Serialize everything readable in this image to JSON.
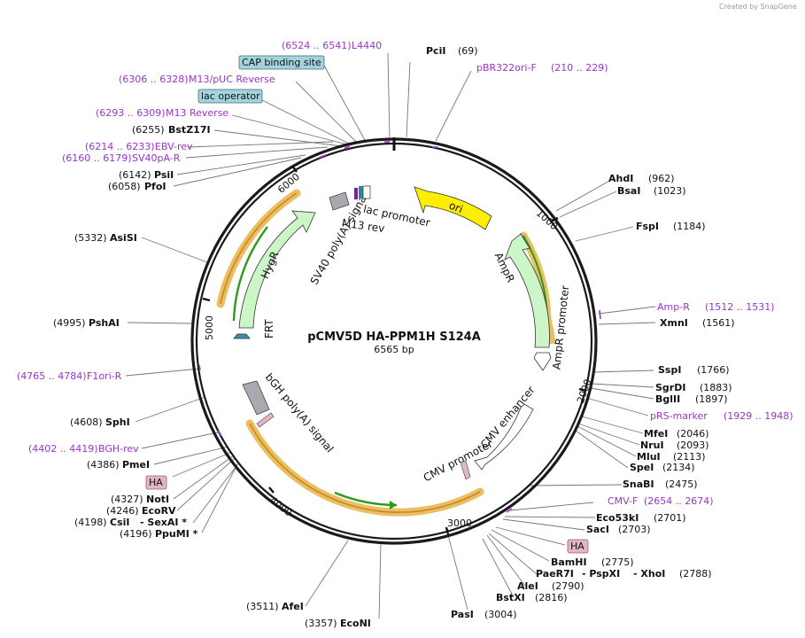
{
  "credit": "Created by SnapGene",
  "title": "pCMV5D HA-PPM1H S124A",
  "length": "6565 bp",
  "ticks": [
    "1000",
    "2000",
    "3000",
    "4000",
    "5000",
    "6000"
  ],
  "features": {
    "ori": "ori",
    "ampr": "AmpR",
    "ampr_promoter": "AmpR promoter",
    "cmv_enhancer": "CMV enhancer",
    "cmv_promoter": "CMV promoter",
    "bgh": "bGH poly(A) signal",
    "frt": "FRT",
    "hygr": "HygR",
    "sv40": "SV40 poly(A) signal",
    "lac_promoter": "lac promoter",
    "m13rev": "M13 rev"
  },
  "boxes": {
    "cap": "CAP binding site",
    "lacop": "lac operator",
    "ha1": "HA",
    "ha2": "HA"
  },
  "primers": {
    "l4440": [
      "(6524 .. 6541)",
      "L4440"
    ],
    "pbr": [
      "pBR322ori-F",
      "(210 .. 229)"
    ],
    "m13puc": [
      "(6306 .. 6328)",
      "M13/pUC Reverse"
    ],
    "m13r": [
      "(6293 .. 6309)",
      "M13 Reverse"
    ],
    "ebv": [
      "(6214 .. 6233)",
      "EBV-rev"
    ],
    "sv40pa": [
      "(6160 .. 6179)",
      "SV40pA-R"
    ],
    "ampr": [
      "Amp-R",
      "(1512 .. 1531)"
    ],
    "f1ori": [
      "(4765 .. 4784)",
      "F1ori-R"
    ],
    "prs": [
      "pRS-marker",
      "(1929 .. 1948)"
    ],
    "bgh": [
      "(4402 .. 4419)",
      "BGH-rev"
    ],
    "cmvf": [
      "CMV-F",
      "(2654 .. 2674)"
    ]
  },
  "enzymes": {
    "pci": [
      "PciI",
      "(69)"
    ],
    "bstz": [
      "(6255)",
      "BstZ17I"
    ],
    "psi": [
      "(6142)",
      "PsiI"
    ],
    "pfo": [
      "(6058)",
      "PfoI"
    ],
    "ahd": [
      "AhdI",
      "(962)"
    ],
    "bsa": [
      "BsaI",
      "(1023)"
    ],
    "fsp": [
      "FspI",
      "(1184)"
    ],
    "asisi": [
      "(5332)",
      "AsiSI"
    ],
    "xmn": [
      "XmnI",
      "(1561)"
    ],
    "psha": [
      "(4995)",
      "PshAI"
    ],
    "ssp": [
      "SspI",
      "(1766)"
    ],
    "sgrd": [
      "SgrDI",
      "(1883)"
    ],
    "bgl": [
      "BglII",
      "(1897)"
    ],
    "sph": [
      "(4608)",
      "SphI"
    ],
    "mfe": [
      "MfeI",
      "(2046)"
    ],
    "nru": [
      "NruI",
      "(2093)"
    ],
    "mlu": [
      "MluI",
      "(2113)"
    ],
    "pme": [
      "(4386)",
      "PmeI"
    ],
    "spe": [
      "SpeI",
      "(2134)"
    ],
    "snab": [
      "SnaBI",
      "(2475)"
    ],
    "not": [
      "(4327)",
      "NotI"
    ],
    "ecorv": [
      "(4246)",
      "EcoRV"
    ],
    "csi": [
      "(4198)",
      "CsiI",
      "- SexAI *"
    ],
    "ppumi": [
      "(4196)",
      "PpuMI *"
    ],
    "eco53": [
      "Eco53kI",
      "(2701)"
    ],
    "sac": [
      "SacI",
      "(2703)"
    ],
    "bamhi": [
      "BamHI",
      "(2775)"
    ],
    "paer7i": [
      "PaeR7I",
      "- PspXI",
      "- XhoI",
      "(2788)"
    ],
    "alei": [
      "AleI",
      "(2790)"
    ],
    "bstxi": [
      "BstXI",
      "(2816)"
    ],
    "afei": [
      "(3511)",
      "AfeI"
    ],
    "pasi": [
      "PasI",
      "(3004)"
    ],
    "econi": [
      "(3357)",
      "EcoNI"
    ]
  },
  "colors": {
    "backbone": "#1a1a1a",
    "primer": "#9b34c8",
    "marker_green": "#ccf5c8",
    "ori_yellow": "#ffee00",
    "promoter_white": "#ffffff",
    "polya_gray": "#a8aab0",
    "orf_orange": "#e8a53a",
    "teal_box": "#a3d4dc",
    "pink_box": "#e4b5c4"
  }
}
